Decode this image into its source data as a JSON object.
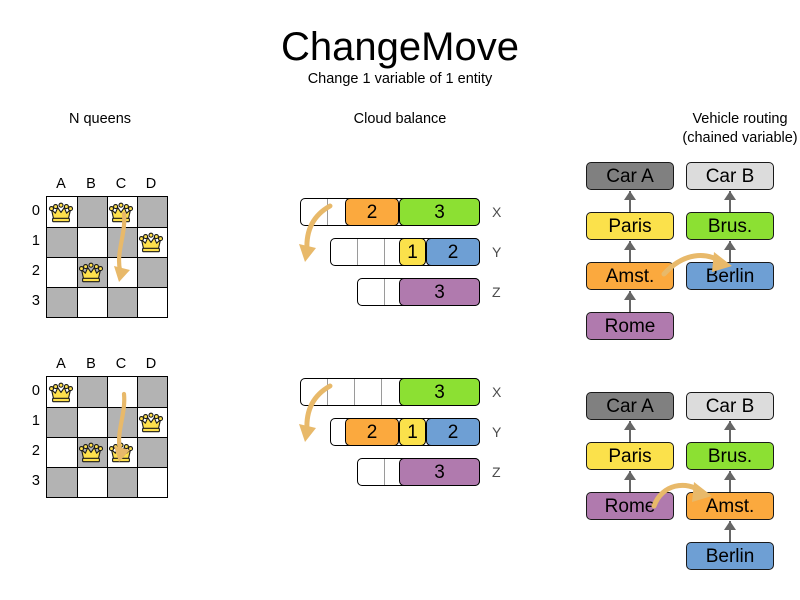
{
  "header": {
    "title": "ChangeMove",
    "subtitle": "Change 1 variable of 1 entity"
  },
  "sections": {
    "queens": "N queens",
    "cloud": "Cloud balance",
    "routing_line1": "Vehicle routing",
    "routing_line2": "(chained variable)"
  },
  "colors": {
    "orange": "#fba93e",
    "green": "#8ce033",
    "yellow": "#fbe14b",
    "blue": "#6e9fd4",
    "purple": "#b07aae",
    "dark_gray": "#808080",
    "light_gray": "#dcdcdc",
    "board_dark": "#b3b3b3",
    "board_light": "#ffffff",
    "arrow": "#e8b96a",
    "edge": "#666666"
  },
  "nqueens": {
    "column_labels": [
      "A",
      "B",
      "C",
      "D"
    ],
    "row_labels": [
      "0",
      "1",
      "2",
      "3"
    ],
    "before": {
      "queens": [
        {
          "col": 0,
          "row": 0
        },
        {
          "col": 2,
          "row": 0
        },
        {
          "col": 3,
          "row": 1
        },
        {
          "col": 1,
          "row": 2
        }
      ],
      "move_arrow": {
        "from_col": 2,
        "from_row": 0,
        "to_col": 2,
        "to_row": 2
      }
    },
    "after": {
      "queens": [
        {
          "col": 0,
          "row": 0
        },
        {
          "col": 3,
          "row": 1
        },
        {
          "col": 1,
          "row": 2
        },
        {
          "col": 2,
          "row": 2
        }
      ],
      "move_arrow": {
        "from_col": 2,
        "from_row": 0,
        "to_col": 2,
        "to_row": 2
      }
    }
  },
  "cloud_balance": {
    "computer_labels": [
      "X",
      "Y",
      "Z"
    ],
    "before": {
      "computers": [
        {
          "label": "X",
          "processes": [
            {
              "value": "2",
              "color": "#fba93e"
            },
            {
              "value": "3",
              "color": "#8ce033"
            }
          ]
        },
        {
          "label": "Y",
          "processes": [
            {
              "value": "1",
              "color": "#fbe14b"
            },
            {
              "value": "2",
              "color": "#6e9fd4"
            }
          ]
        },
        {
          "label": "Z",
          "processes": [
            {
              "value": "3",
              "color": "#b07aae"
            }
          ]
        }
      ]
    },
    "after": {
      "computers": [
        {
          "label": "X",
          "processes": [
            {
              "value": "3",
              "color": "#8ce033"
            }
          ]
        },
        {
          "label": "Y",
          "processes": [
            {
              "value": "2",
              "color": "#fba93e"
            },
            {
              "value": "1",
              "color": "#fbe14b"
            },
            {
              "value": "2",
              "color": "#6e9fd4"
            }
          ]
        },
        {
          "label": "Z",
          "processes": [
            {
              "value": "3",
              "color": "#b07aae"
            }
          ]
        }
      ]
    }
  },
  "vehicle_routing": {
    "before": {
      "chain_a": [
        "Car A",
        "Paris",
        "Amst.",
        "Rome"
      ],
      "chain_b": [
        "Car B",
        "Brus.",
        "Berlin"
      ]
    },
    "after": {
      "chain_a": [
        "Car A",
        "Paris",
        "Rome"
      ],
      "chain_b": [
        "Car B",
        "Brus.",
        "Amst.",
        "Berlin"
      ]
    },
    "node_colors": {
      "Car A": "#808080",
      "Car B": "#dcdcdc",
      "Paris": "#fbe14b",
      "Brus.": "#8ce033",
      "Amst.": "#fba93e",
      "Rome": "#b07aae",
      "Berlin": "#6e9fd4"
    }
  }
}
